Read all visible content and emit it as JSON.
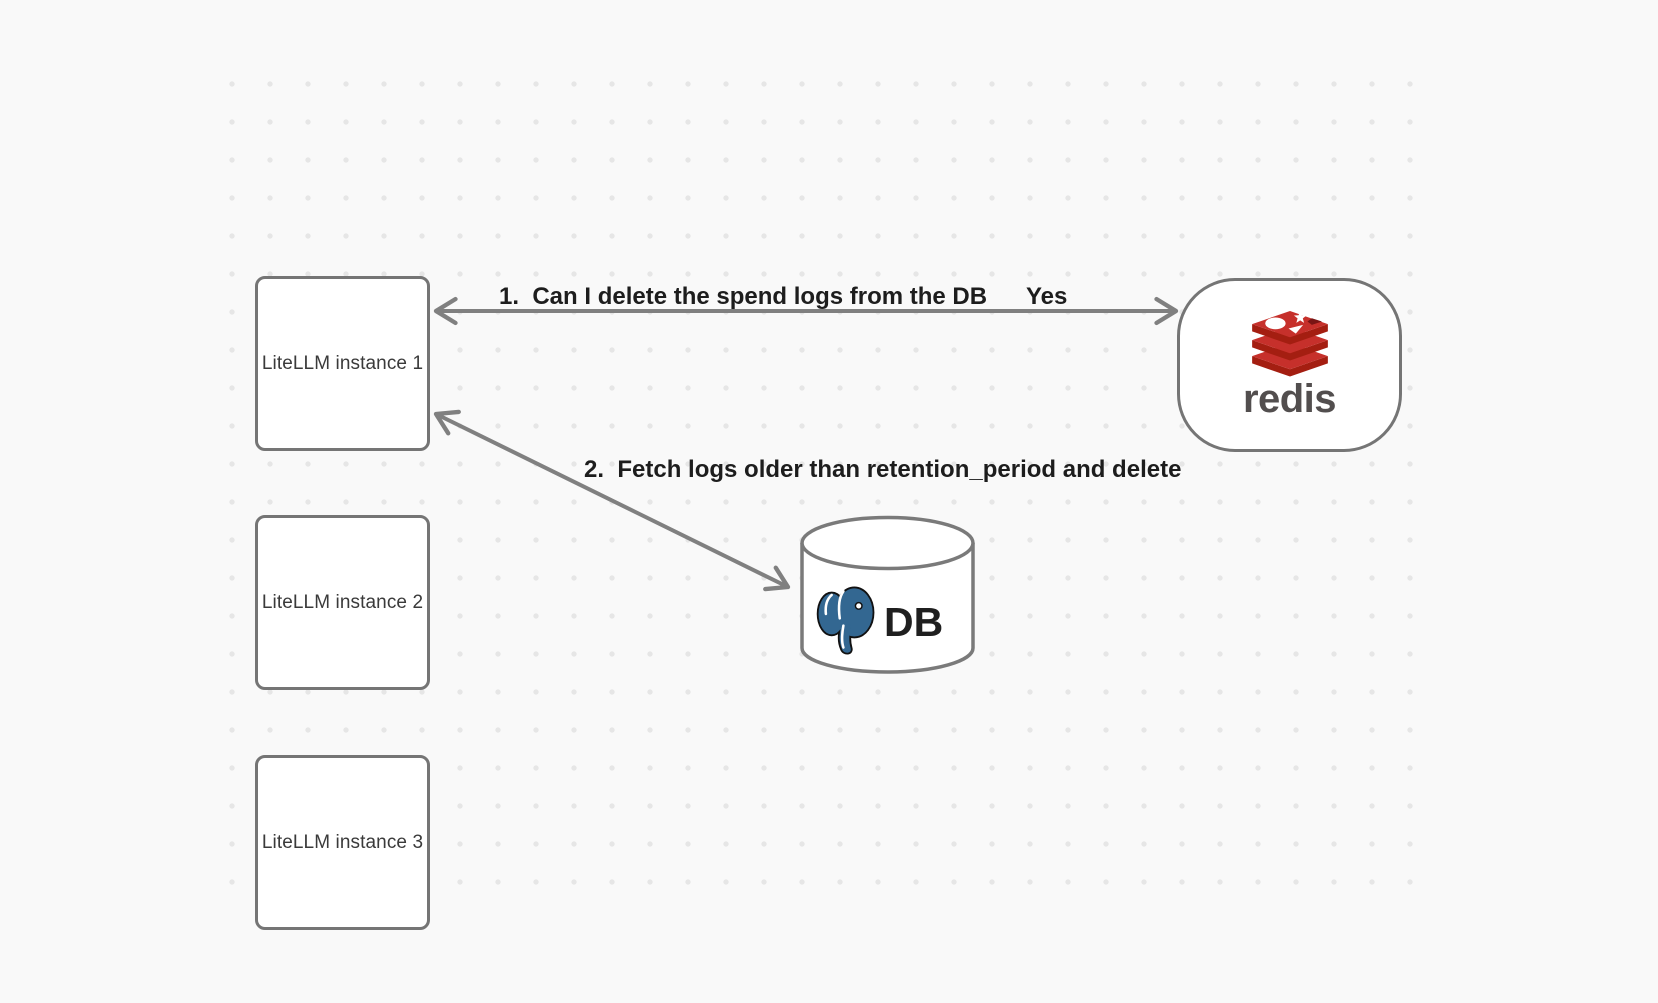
{
  "nodes": {
    "instances": [
      {
        "label": "LiteLLM instance 1"
      },
      {
        "label": "LiteLLM instance 2"
      },
      {
        "label": "LiteLLM instance 3"
      }
    ],
    "redis": {
      "label": "redis",
      "icon": "redis-stack-logo"
    },
    "db": {
      "label": "DB",
      "icon": "postgres-elephant-logo"
    }
  },
  "arrows": [
    {
      "label": "1.  Can I delete the spend logs from the DB",
      "response": "Yes"
    },
    {
      "label": "2.  Fetch logs older than retention_period and delete"
    }
  ],
  "colors": {
    "background": "#f9f9f9",
    "dot": "#e6e6e6",
    "box_border": "#757575",
    "arrow": "#808080",
    "label_text": "#1d1d1d",
    "redis_red": "#c6302b",
    "redis_red_dark": "#a41e11",
    "redis_wordmark": "#524e4e",
    "postgres_blue": "#336791"
  }
}
